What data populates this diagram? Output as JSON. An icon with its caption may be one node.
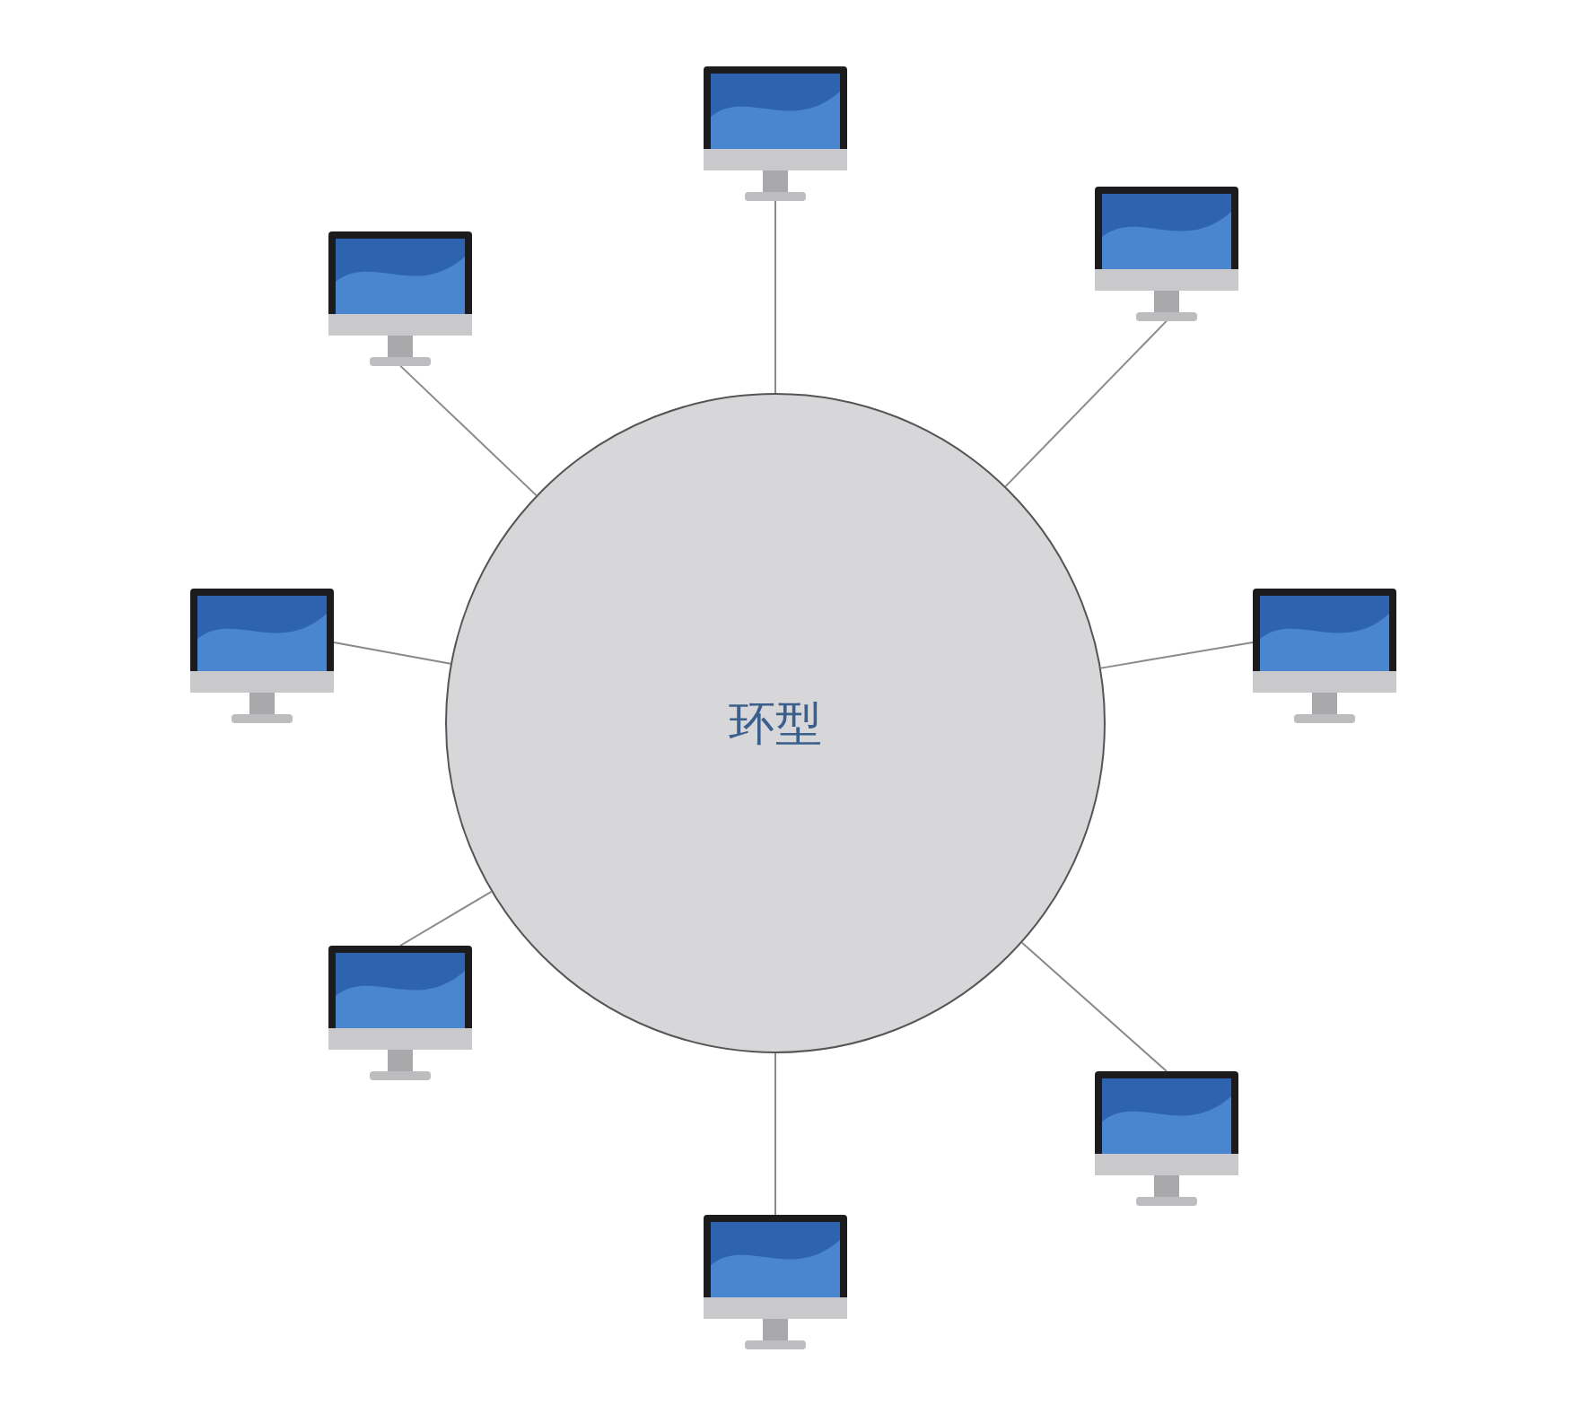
{
  "diagram": {
    "nodes": [
      {
        "text": [
          "环型"
        ]
      },
      {
        "text": [],
        "shape": "picture"
      },
      {
        "text": [],
        "shape": "picture"
      },
      {
        "text": [],
        "shape": "picture"
      },
      {
        "text": [],
        "shape": "picture"
      },
      {
        "text": [],
        "shape": "picture"
      },
      {
        "text": [],
        "shape": "picture"
      },
      {
        "text": [],
        "shape": "picture"
      },
      {
        "text": [],
        "shape": "picture"
      }
    ],
    "edges": [
      {
        "from": 0,
        "to": 1,
        "arrow": "none"
      },
      {
        "from": 0,
        "to": 2,
        "arrow": "none"
      },
      {
        "from": 0,
        "to": 3,
        "arrow": "none"
      },
      {
        "from": 0,
        "to": 4,
        "arrow": "none"
      },
      {
        "from": 0,
        "to": 5,
        "arrow": "none"
      },
      {
        "from": 0,
        "to": 6,
        "arrow": "none"
      },
      {
        "from": 0,
        "to": 7,
        "arrow": "none"
      },
      {
        "from": 0,
        "to": 8,
        "arrow": "none"
      }
    ]
  }
}
